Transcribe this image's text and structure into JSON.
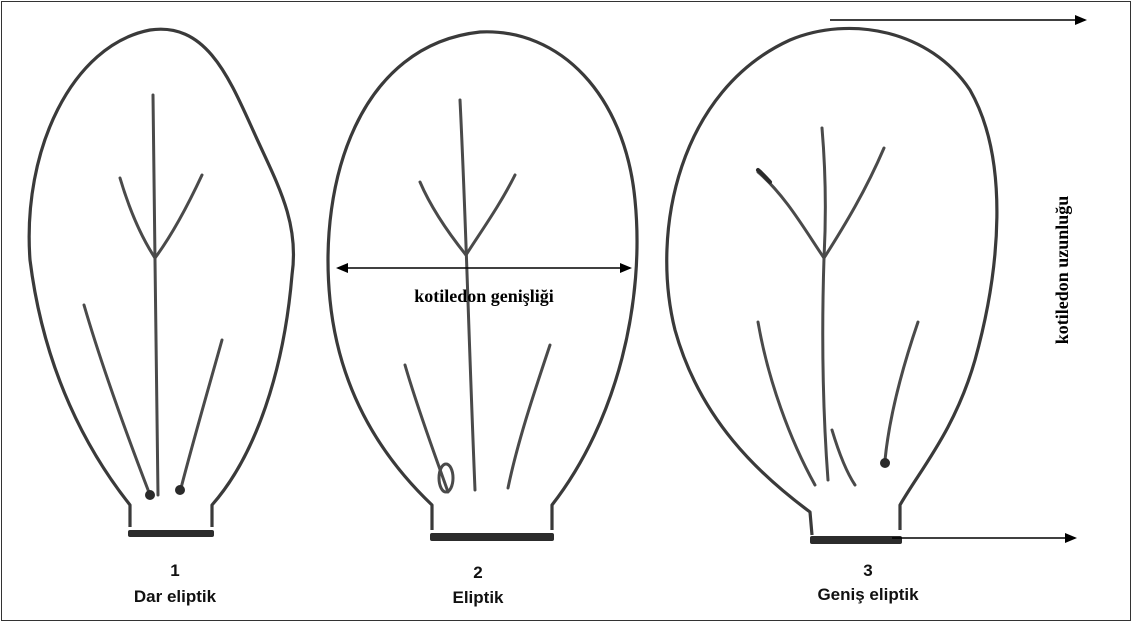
{
  "leaves": [
    {
      "number": "1",
      "name": "Dar eliptik"
    },
    {
      "number": "2",
      "name": "Eliptik"
    },
    {
      "number": "3",
      "name": "Geniş eliptik"
    }
  ],
  "width_label": "kotiledon genişliği",
  "length_label": "kotiledon uzunluğu",
  "colors": {
    "outline": "#3a3a3a",
    "text": "#111111",
    "background": "#ffffff"
  }
}
